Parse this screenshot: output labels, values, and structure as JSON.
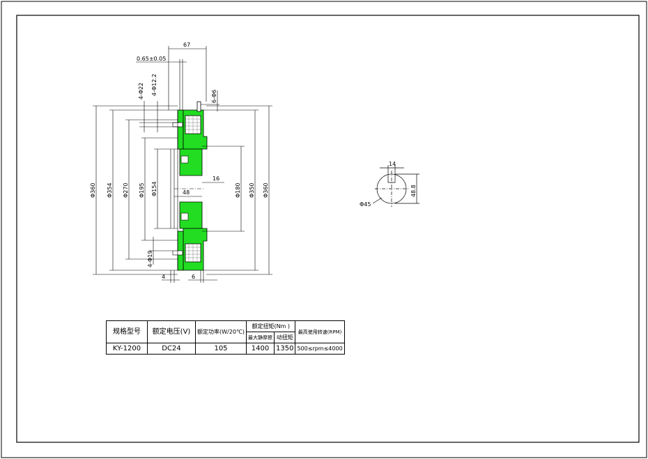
{
  "dims": {
    "d67": "67",
    "tolerance": "0.65±0.05",
    "phi22": "4-Φ22",
    "phi12_2": "4-Φ12.2",
    "phi6": "6-Φ6",
    "phi360_left": "Φ360",
    "phi354": "Φ354",
    "phi270": "Φ270",
    "phi195": "Φ195",
    "phi154": "Φ154",
    "d48": "48",
    "d16": "16",
    "phi180": "Φ180",
    "phi350": "Φ350",
    "phi360_right": "Φ360",
    "phi19": "4-Φ19",
    "d4": "4",
    "d6": "6"
  },
  "keyway": {
    "d14": "14",
    "d48_8": "48.8",
    "phi45": "Φ45"
  },
  "spec_table": {
    "headers": {
      "model": "规格型号",
      "voltage": "额定电压(V)",
      "power": "额定功率(W/20℃)",
      "torque": "额定扭矩(Nm )",
      "static_torque": "最大静摩擦",
      "dynamic_torque": "动扭矩",
      "speed": "最高使用转速(RPM)"
    },
    "row": {
      "model": "KY-1200",
      "voltage": "DC24",
      "power": "105",
      "static_torque": "1400",
      "dynamic_torque": "1350",
      "speed": "500≤rpm≤4000"
    }
  },
  "colors": {
    "part_fill": "#22dd22",
    "line": "#000000"
  }
}
